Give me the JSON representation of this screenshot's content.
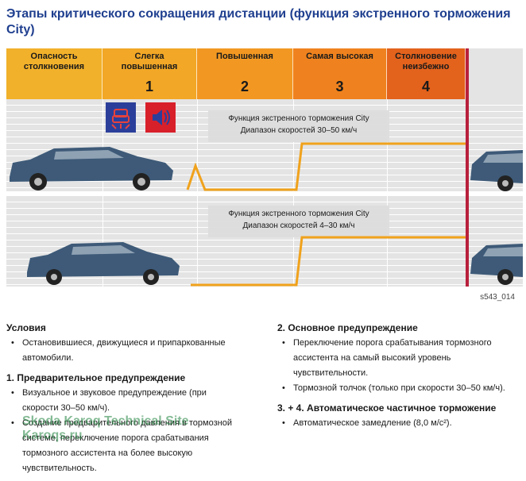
{
  "title": "Этапы критического сокращения дистанции (функция экстренного торможения City)",
  "stages": [
    {
      "label": "Опасность столкновения",
      "number": "",
      "color": "#f0a21c"
    },
    {
      "label": "Слегка повышенная",
      "number": "1",
      "color": "#f2ad2a"
    },
    {
      "label": "Повышенная",
      "number": "2",
      "color": "#f29a24"
    },
    {
      "label": "Самая высокая",
      "number": "3",
      "color": "#ef7f1c"
    },
    {
      "label": "Столкновение неизбежно",
      "number": "4",
      "color": "#e35e1c"
    }
  ],
  "lane1": {
    "box_line1": "Функция экстренного торможения City",
    "box_line2": "Диапазон скоростей 30–50 км/ч"
  },
  "lane2": {
    "box_line1": "Функция экстренного торможения City",
    "box_line2": "Диапазон скоростей 4–30 км/ч"
  },
  "icons": {
    "warning": "collision-warning-icon",
    "sound": "speaker-icon"
  },
  "image_code": "s543_014",
  "left": {
    "conditions_title": "Условия",
    "conditions_item": "Остановившиеся, движущиеся и припаркованные автомобили.",
    "pre_title": "1. Предварительное предупреждение",
    "pre_item1": "Визуальное и звуковое предупреждение (при скорости 30–50 км/ч).",
    "pre_item2": "Создание предварительного давления в тормозной системе, переключение порога срабатывания тормозного ассистента на более высокую чувствительность."
  },
  "right": {
    "main_title": "2. Основное предупреждение",
    "main_item1": "Переключение порога срабатывания тормозного ассистента на самый высокий уровень чувствительности.",
    "main_item2": "Тормозной толчок (только при скорости 30–50 км/ч).",
    "auto_title": "3. + 4. Автоматическое частичное торможение",
    "auto_item": "Автоматическое замедление (8,0 м/с²)."
  },
  "watermark": {
    "line1": "Skoda Karoq Technical Site",
    "line2": "Karoqs.ru"
  },
  "colors": {
    "title": "#1f3f8f",
    "graph_line": "#f0a21c",
    "red_line": "#b8203c",
    "car": "#3e5a78"
  }
}
